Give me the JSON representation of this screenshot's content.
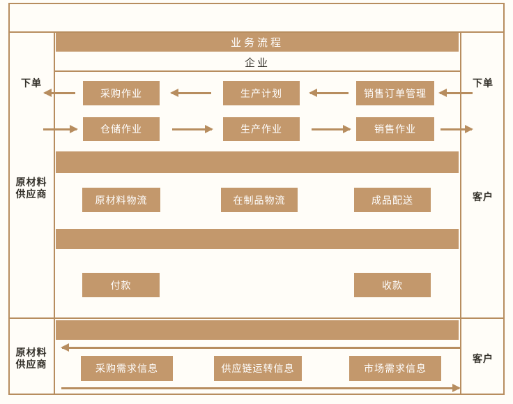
{
  "diagram": {
    "title_band": "业务流程",
    "enterprise_band": "企业",
    "side_labels": {
      "left_order": "下单",
      "right_order": "下单",
      "left_supplier_mid": [
        "原材料",
        "供应商"
      ],
      "right_customer_mid": "客户",
      "left_supplier_bottom": [
        "原材料",
        "供应商"
      ],
      "right_customer_bottom": "客户"
    },
    "enterprise_row1": [
      {
        "label": "采购作业"
      },
      {
        "label": "生产计划"
      },
      {
        "label": "销售订单管理"
      }
    ],
    "enterprise_row2": [
      {
        "label": "仓储作业"
      },
      {
        "label": "生产作业"
      },
      {
        "label": "销售作业"
      }
    ],
    "logistics_row": [
      {
        "label": "原材料物流"
      },
      {
        "label": "在制品物流"
      },
      {
        "label": "成品配送"
      }
    ],
    "payment_row": [
      {
        "label": "付款"
      },
      {
        "label": "收款"
      }
    ],
    "info_row": [
      {
        "label": "采购需求信息"
      },
      {
        "label": "供应链运转信息"
      },
      {
        "label": "市场需求信息"
      }
    ],
    "colors": {
      "band_fill": "#c3986c",
      "line": "#b78d5f",
      "box_text": "#ffffff",
      "label_text": "#333029",
      "background": "#fffdf8"
    }
  }
}
